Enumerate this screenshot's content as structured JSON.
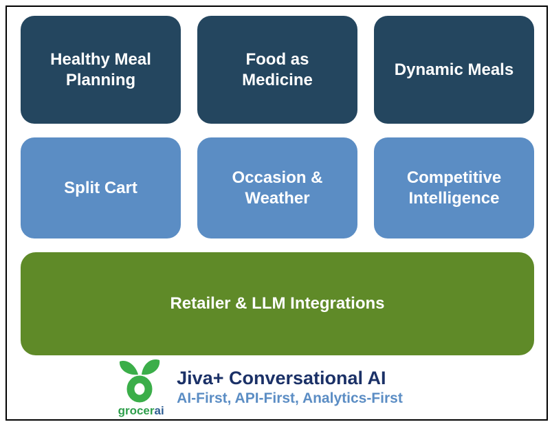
{
  "boxes": {
    "top": [
      "Healthy Meal Planning",
      "Food as Medicine",
      "Dynamic Meals"
    ],
    "middle": [
      "Split Cart",
      "Occasion & Weather",
      "Competitive Intelligence"
    ],
    "bottom": "Retailer & LLM Integrations"
  },
  "footer": {
    "logo": {
      "icon": "grocerai-apple-icon",
      "text_primary": "grocer",
      "text_secondary": "ai"
    },
    "title": "Jiva+ Conversational AI",
    "subtitle": "AI-First, API-First, Analytics-First"
  },
  "colors": {
    "top_row_box": "#24465F",
    "middle_row_box": "#5B8DC4",
    "bottom_box": "#5F8A28",
    "box_text": "#FFFFFF",
    "title_text": "#1B3167",
    "subtitle_text": "#5B8DC4",
    "logo_green": "#3BAE49",
    "logo_text_green": "#2E9E4B",
    "logo_text_blue": "#2F5E93",
    "frame_border": "#000000"
  }
}
